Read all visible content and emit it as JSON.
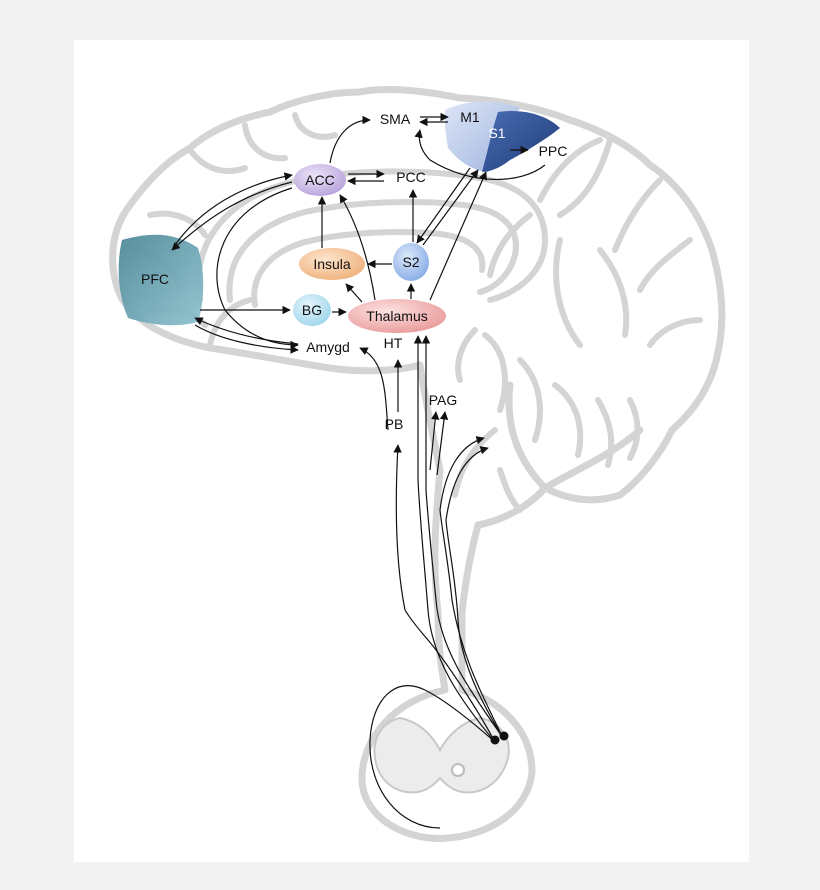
{
  "labels": {
    "sma": "SMA",
    "m1": "M1",
    "s1": "S1",
    "ppc": "PPC",
    "acc": "ACC",
    "pcc": "PCC",
    "pfc": "PFC",
    "insula": "Insula",
    "s2": "S2",
    "bg": "BG",
    "thalamus": "Thalamus",
    "amygd": "Amygd",
    "ht": "HT",
    "pag": "PAG",
    "pb": "PB"
  },
  "colors": {
    "brain_outline": "#d8d8d8",
    "pfc": "#5f98a6",
    "acc": "#c9b8e6",
    "insula": "#f4c9a0",
    "s2": "#9fbfee",
    "bg": "#b8e3f2",
    "thalamus": "#f2b3b3",
    "m1": "#b9c8ea",
    "s1": "#2d4f92"
  }
}
